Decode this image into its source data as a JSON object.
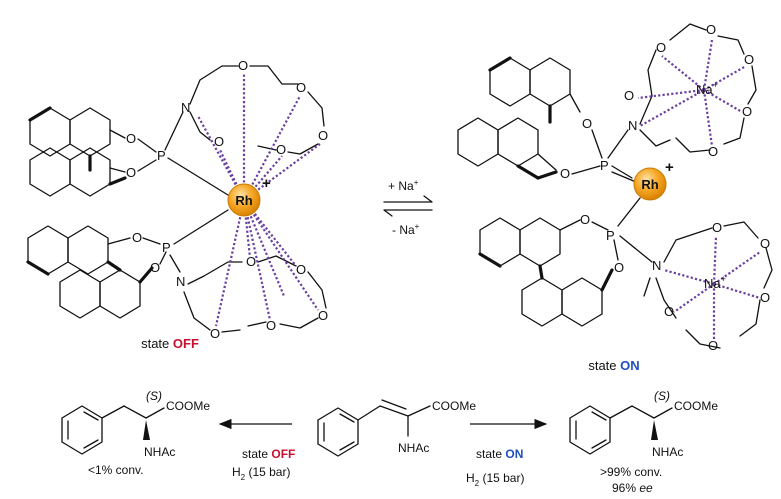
{
  "colors": {
    "off": "#c8102e",
    "on": "#1f4fbf",
    "rh": "#f5a623",
    "coord": "#6a3fa0"
  },
  "atoms": {
    "rh": "Rh",
    "plus": "+",
    "p": "P",
    "o": "O",
    "n": "N",
    "na": "Na",
    "na_plus": "+"
  },
  "equilibrium": {
    "forward": "+ Na",
    "forward_sup": "+",
    "reverse": "- Na",
    "reverse_sup": "+"
  },
  "states": {
    "off": {
      "prefix": "state ",
      "word": "OFF"
    },
    "on": {
      "prefix": "state ",
      "word": "ON"
    }
  },
  "reaction": {
    "substrate": {
      "ester": "COOMe",
      "amide": "NHAc"
    },
    "left_product": {
      "stereo": "(S)",
      "ester": "COOMe",
      "amide": "NHAc",
      "conversion": "<1% conv."
    },
    "right_product": {
      "stereo": "(S)",
      "ester": "COOMe",
      "amide": "NHAc",
      "conversion": ">99% conv.",
      "ee_value": "96% ",
      "ee_label": "ee"
    },
    "arrow_left": {
      "prefix": "state ",
      "word": "OFF",
      "h2": "H",
      "h2_sub": "2",
      "pressure": " (15 bar)"
    },
    "arrow_right": {
      "prefix": "state ",
      "word": "ON",
      "h2": "H",
      "h2_sub": "2",
      "pressure": " (15 bar)"
    }
  }
}
